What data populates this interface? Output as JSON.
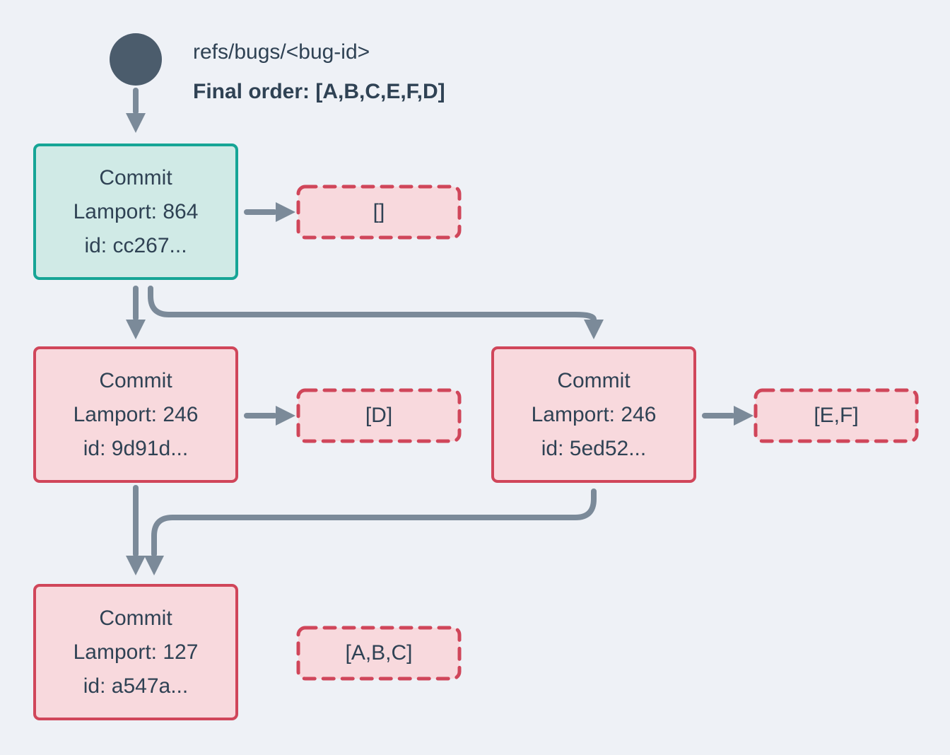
{
  "colors": {
    "bg": "#eef1f6",
    "ink": "#2f4254",
    "arrow": "#7b8a99",
    "circle": "#4b5c6c",
    "teal_border": "#16a596",
    "teal_fill": "#d0eae6",
    "red_border": "#d0465a",
    "pink_fill": "#f8d9dd"
  },
  "header": {
    "ref_name": "refs/bugs/<bug-id>",
    "final_order": "Final order: [A,B,C,E,F,D]"
  },
  "nodes": {
    "head": {
      "title": "Commit",
      "lamport": "Lamport: 864",
      "id": "id: cc267...",
      "ops": "[]"
    },
    "left": {
      "title": "Commit",
      "lamport": "Lamport: 246",
      "id": "id: 9d91d...",
      "ops": "[D]"
    },
    "right": {
      "title": "Commit",
      "lamport": "Lamport: 246",
      "id": "id: 5ed52...",
      "ops": "[E,F]"
    },
    "bottom": {
      "title": "Commit",
      "lamport": "Lamport: 127",
      "id": "id: a547a...",
      "ops": "[A,B,C]"
    }
  }
}
